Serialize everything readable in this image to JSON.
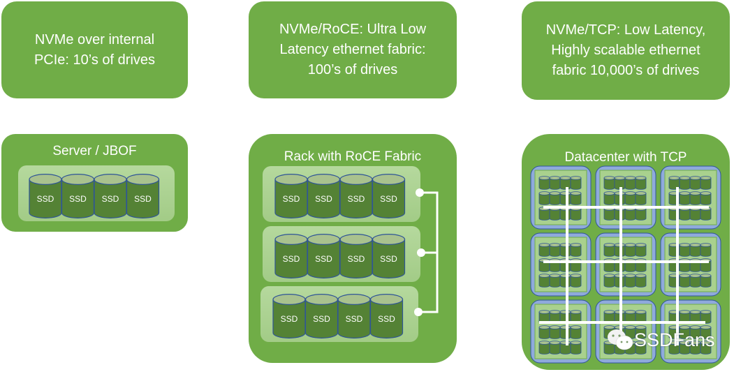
{
  "descriptions": [
    {
      "text": "NVMe over internal\nPCIe: 10’s of drives"
    },
    {
      "text": "NVMe/RoCE: Ultra Low\nLatency ethernet fabric:\n100’s of drives"
    },
    {
      "text": "NVMe/TCP: Low Latency,\nHighly scalable ethernet\nfabric 10,000’s of drives"
    }
  ],
  "panels": {
    "server": {
      "title": "Server / JBOF",
      "trays": 1,
      "drives_per_tray": 4
    },
    "rack": {
      "title": "Rack with RoCE Fabric",
      "trays": 3,
      "drives_per_tray": 4
    },
    "datacenter": {
      "title": "Datacenter with TCP",
      "racks_grid": "3x3",
      "trays_per_rack": 3,
      "drives_per_tray": 4
    }
  },
  "drive_label": "SSD",
  "watermark": {
    "text": "SSDFans",
    "icon": "wechat-icon"
  },
  "colors": {
    "box_green": "#70ad47",
    "tray_green": "#a9d18e",
    "drive_green": "#548235",
    "drive_top": "#a9c28e",
    "drive_outline": "#2f5597",
    "rack_blue": "#8faadc",
    "link_white": "#ffffff"
  }
}
